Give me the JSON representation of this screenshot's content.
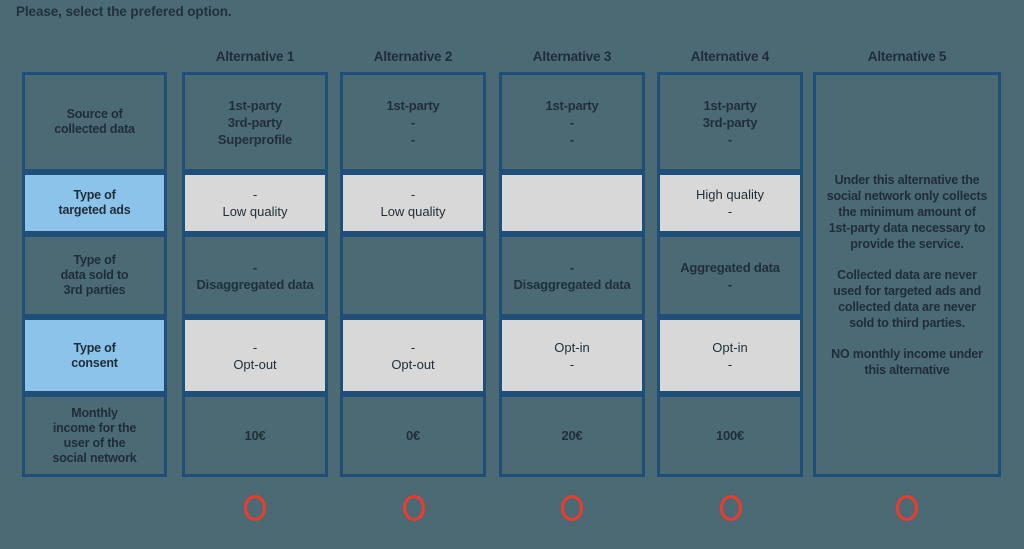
{
  "prompt": "Please, select the prefered option.",
  "colors": {
    "background": "#4c6a74",
    "border": "#1f4e79",
    "row_highlight": "#8cc3ea",
    "cell_gray": "#d8d8d8",
    "radio": "#f2392c",
    "text": "#1f2d38"
  },
  "columns": [
    {
      "label": "Alternative 1"
    },
    {
      "label": "Alternative 2"
    },
    {
      "label": "Alternative 3"
    },
    {
      "label": "Alternative 4"
    },
    {
      "label": "Alternative 5"
    }
  ],
  "rows": [
    {
      "label": "Source of\ncollected data",
      "header_style": "transparent",
      "cell_style": "transparent"
    },
    {
      "label": "Type of\ntargeted ads",
      "header_style": "lightblue",
      "cell_style": "lightgray"
    },
    {
      "label": "Type of\ndata sold to\n3rd parties",
      "header_style": "transparent",
      "cell_style": "transparent"
    },
    {
      "label": "Type of\nconsent",
      "header_style": "lightblue",
      "cell_style": "lightgray"
    },
    {
      "label": "Monthly\nincome for the\nuser of the\nsocial network",
      "header_style": "transparent",
      "cell_style": "transparent"
    }
  ],
  "matrix": [
    [
      [
        "1st-party",
        "3rd-party",
        "Superprofile"
      ],
      [
        "-",
        "Low quality"
      ],
      [
        "-",
        "Disaggregated data"
      ],
      [
        "-",
        "Opt-out"
      ],
      [
        "10€"
      ]
    ],
    [
      [
        "1st-party",
        "-",
        "-"
      ],
      [
        "-",
        "Low quality"
      ],
      [],
      [
        "-",
        "Opt-out"
      ],
      [
        "0€"
      ]
    ],
    [
      [
        "1st-party",
        "-",
        "-"
      ],
      [],
      [
        "-",
        "Disaggregated data"
      ],
      [
        "Opt-in",
        "-"
      ],
      [
        "20€"
      ]
    ],
    [
      [
        "1st-party",
        "3rd-party",
        "-"
      ],
      [
        "High quality",
        "-"
      ],
      [
        "Aggregated data",
        "-"
      ],
      [
        "Opt-in",
        "-"
      ],
      [
        "100€"
      ]
    ]
  ],
  "alternative5": {
    "paragraphs": [
      "Under this alternative the social network only collects the minimum amount of 1st-party data necessary to provide the service.",
      "Collected data are never used for targeted ads and collected data are never sold to third parties.",
      "NO monthly income under this alternative"
    ]
  },
  "radios": [
    {
      "name": "radio-alternative-1",
      "selected": false
    },
    {
      "name": "radio-alternative-2",
      "selected": false
    },
    {
      "name": "radio-alternative-3",
      "selected": false
    },
    {
      "name": "radio-alternative-4",
      "selected": false
    },
    {
      "name": "radio-alternative-5",
      "selected": false
    }
  ]
}
